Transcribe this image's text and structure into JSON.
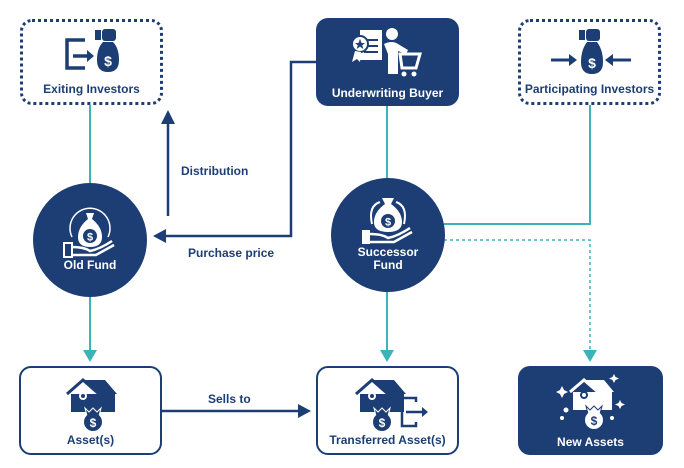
{
  "colors": {
    "navy": "#1c3e74",
    "teal": "#3bb3b8",
    "white": "#ffffff"
  },
  "nodes": {
    "exiting_investors": {
      "label": "Exiting Investors",
      "icon": "exit-money-bag-icon"
    },
    "underwriting_buyer": {
      "label": "Underwriting Buyer",
      "icon": "buyer-cart-certificate-icon"
    },
    "participating_investors": {
      "label": "Participating Investors",
      "icon": "money-bag-inflow-icon"
    },
    "old_fund": {
      "label": "Old Fund",
      "icon": "hand-money-bag-icon"
    },
    "successor_fund": {
      "label_line1": "Successor",
      "label_line2": "Fund",
      "icon": "hand-money-bag-icon"
    },
    "assets": {
      "label": "Asset(s)",
      "icon": "house-money-bag-icon"
    },
    "transferred_assets": {
      "label": "Transferred Asset(s)",
      "icon": "house-transfer-icon"
    },
    "new_assets": {
      "label": "New Assets",
      "icon": "house-sparkle-icon"
    }
  },
  "edges": {
    "distribution": "Distribution",
    "purchase_price": "Purchase price",
    "sells_to": "Sells to"
  }
}
